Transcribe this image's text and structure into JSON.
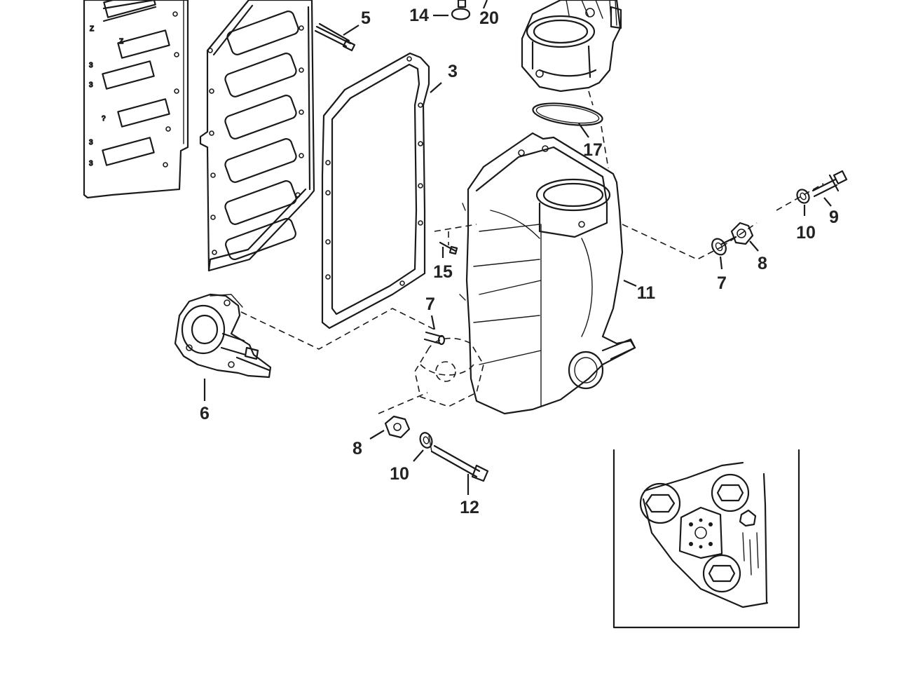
{
  "diagram": {
    "callouts": [
      {
        "id": "c5",
        "label": "5"
      },
      {
        "id": "c14",
        "label": "14"
      },
      {
        "id": "c20",
        "label": "20"
      },
      {
        "id": "c3",
        "label": "3"
      },
      {
        "id": "c17",
        "label": "17"
      },
      {
        "id": "c9",
        "label": "9"
      },
      {
        "id": "c10a",
        "label": "10"
      },
      {
        "id": "c8a",
        "label": "8"
      },
      {
        "id": "c7a",
        "label": "7"
      },
      {
        "id": "c15",
        "label": "15"
      },
      {
        "id": "c11",
        "label": "11"
      },
      {
        "id": "c7b",
        "label": "7"
      },
      {
        "id": "c6",
        "label": "6"
      },
      {
        "id": "c8b",
        "label": "8"
      },
      {
        "id": "c10b",
        "label": "10"
      },
      {
        "id": "c12",
        "label": "12"
      }
    ]
  }
}
